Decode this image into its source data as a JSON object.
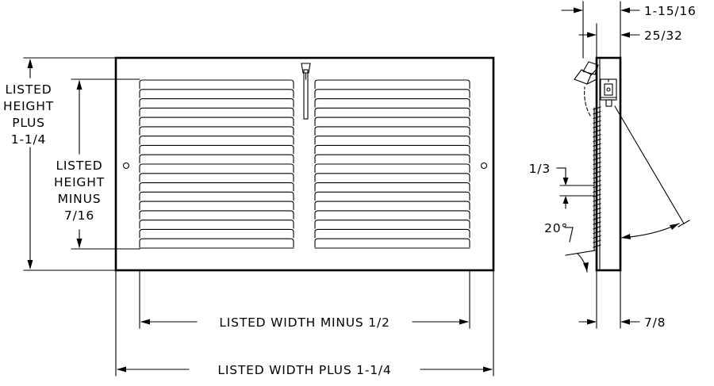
{
  "front_view": {
    "labels": {
      "listed_height_plus": [
        "LISTED",
        "HEIGHT",
        "PLUS",
        "1-1/4"
      ],
      "listed_height_minus": [
        "LISTED",
        "HEIGHT",
        "MINUS",
        "7/16"
      ],
      "listed_width_minus": "LISTED WIDTH MINUS 1/2",
      "listed_width_plus": "LISTED WIDTH PLUS 1-1/4"
    },
    "louver_count_per_side": 18
  },
  "side_view": {
    "labels": {
      "overall_depth": "1-15/16",
      "face_depth": "25/32",
      "louver_spacing": "1/3",
      "louver_angle": "20°",
      "frame_depth": "7/8"
    }
  }
}
